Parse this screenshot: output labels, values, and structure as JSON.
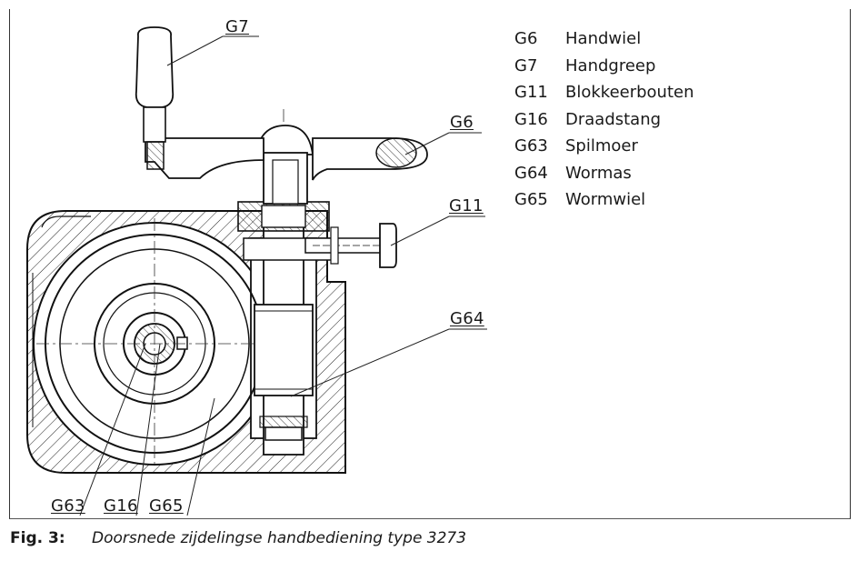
{
  "callouts": {
    "g7": "G7",
    "g6": "G6",
    "g11": "G11",
    "g64": "G64",
    "g63": "G63",
    "g16": "G16",
    "g65": "G65"
  },
  "legend": [
    {
      "code": "G6",
      "label": "Handwiel"
    },
    {
      "code": "G7",
      "label": "Handgreep"
    },
    {
      "code": "G11",
      "label": "Blokkeerbouten"
    },
    {
      "code": "G16",
      "label": "Draadstang"
    },
    {
      "code": "G63",
      "label": "Spilmoer"
    },
    {
      "code": "G64",
      "label": "Wormas"
    },
    {
      "code": "G65",
      "label": "Wormwiel"
    }
  ],
  "caption": {
    "label": "Fig. 3:",
    "text": "Doorsnede zijdelingse handbediening type 3273"
  }
}
